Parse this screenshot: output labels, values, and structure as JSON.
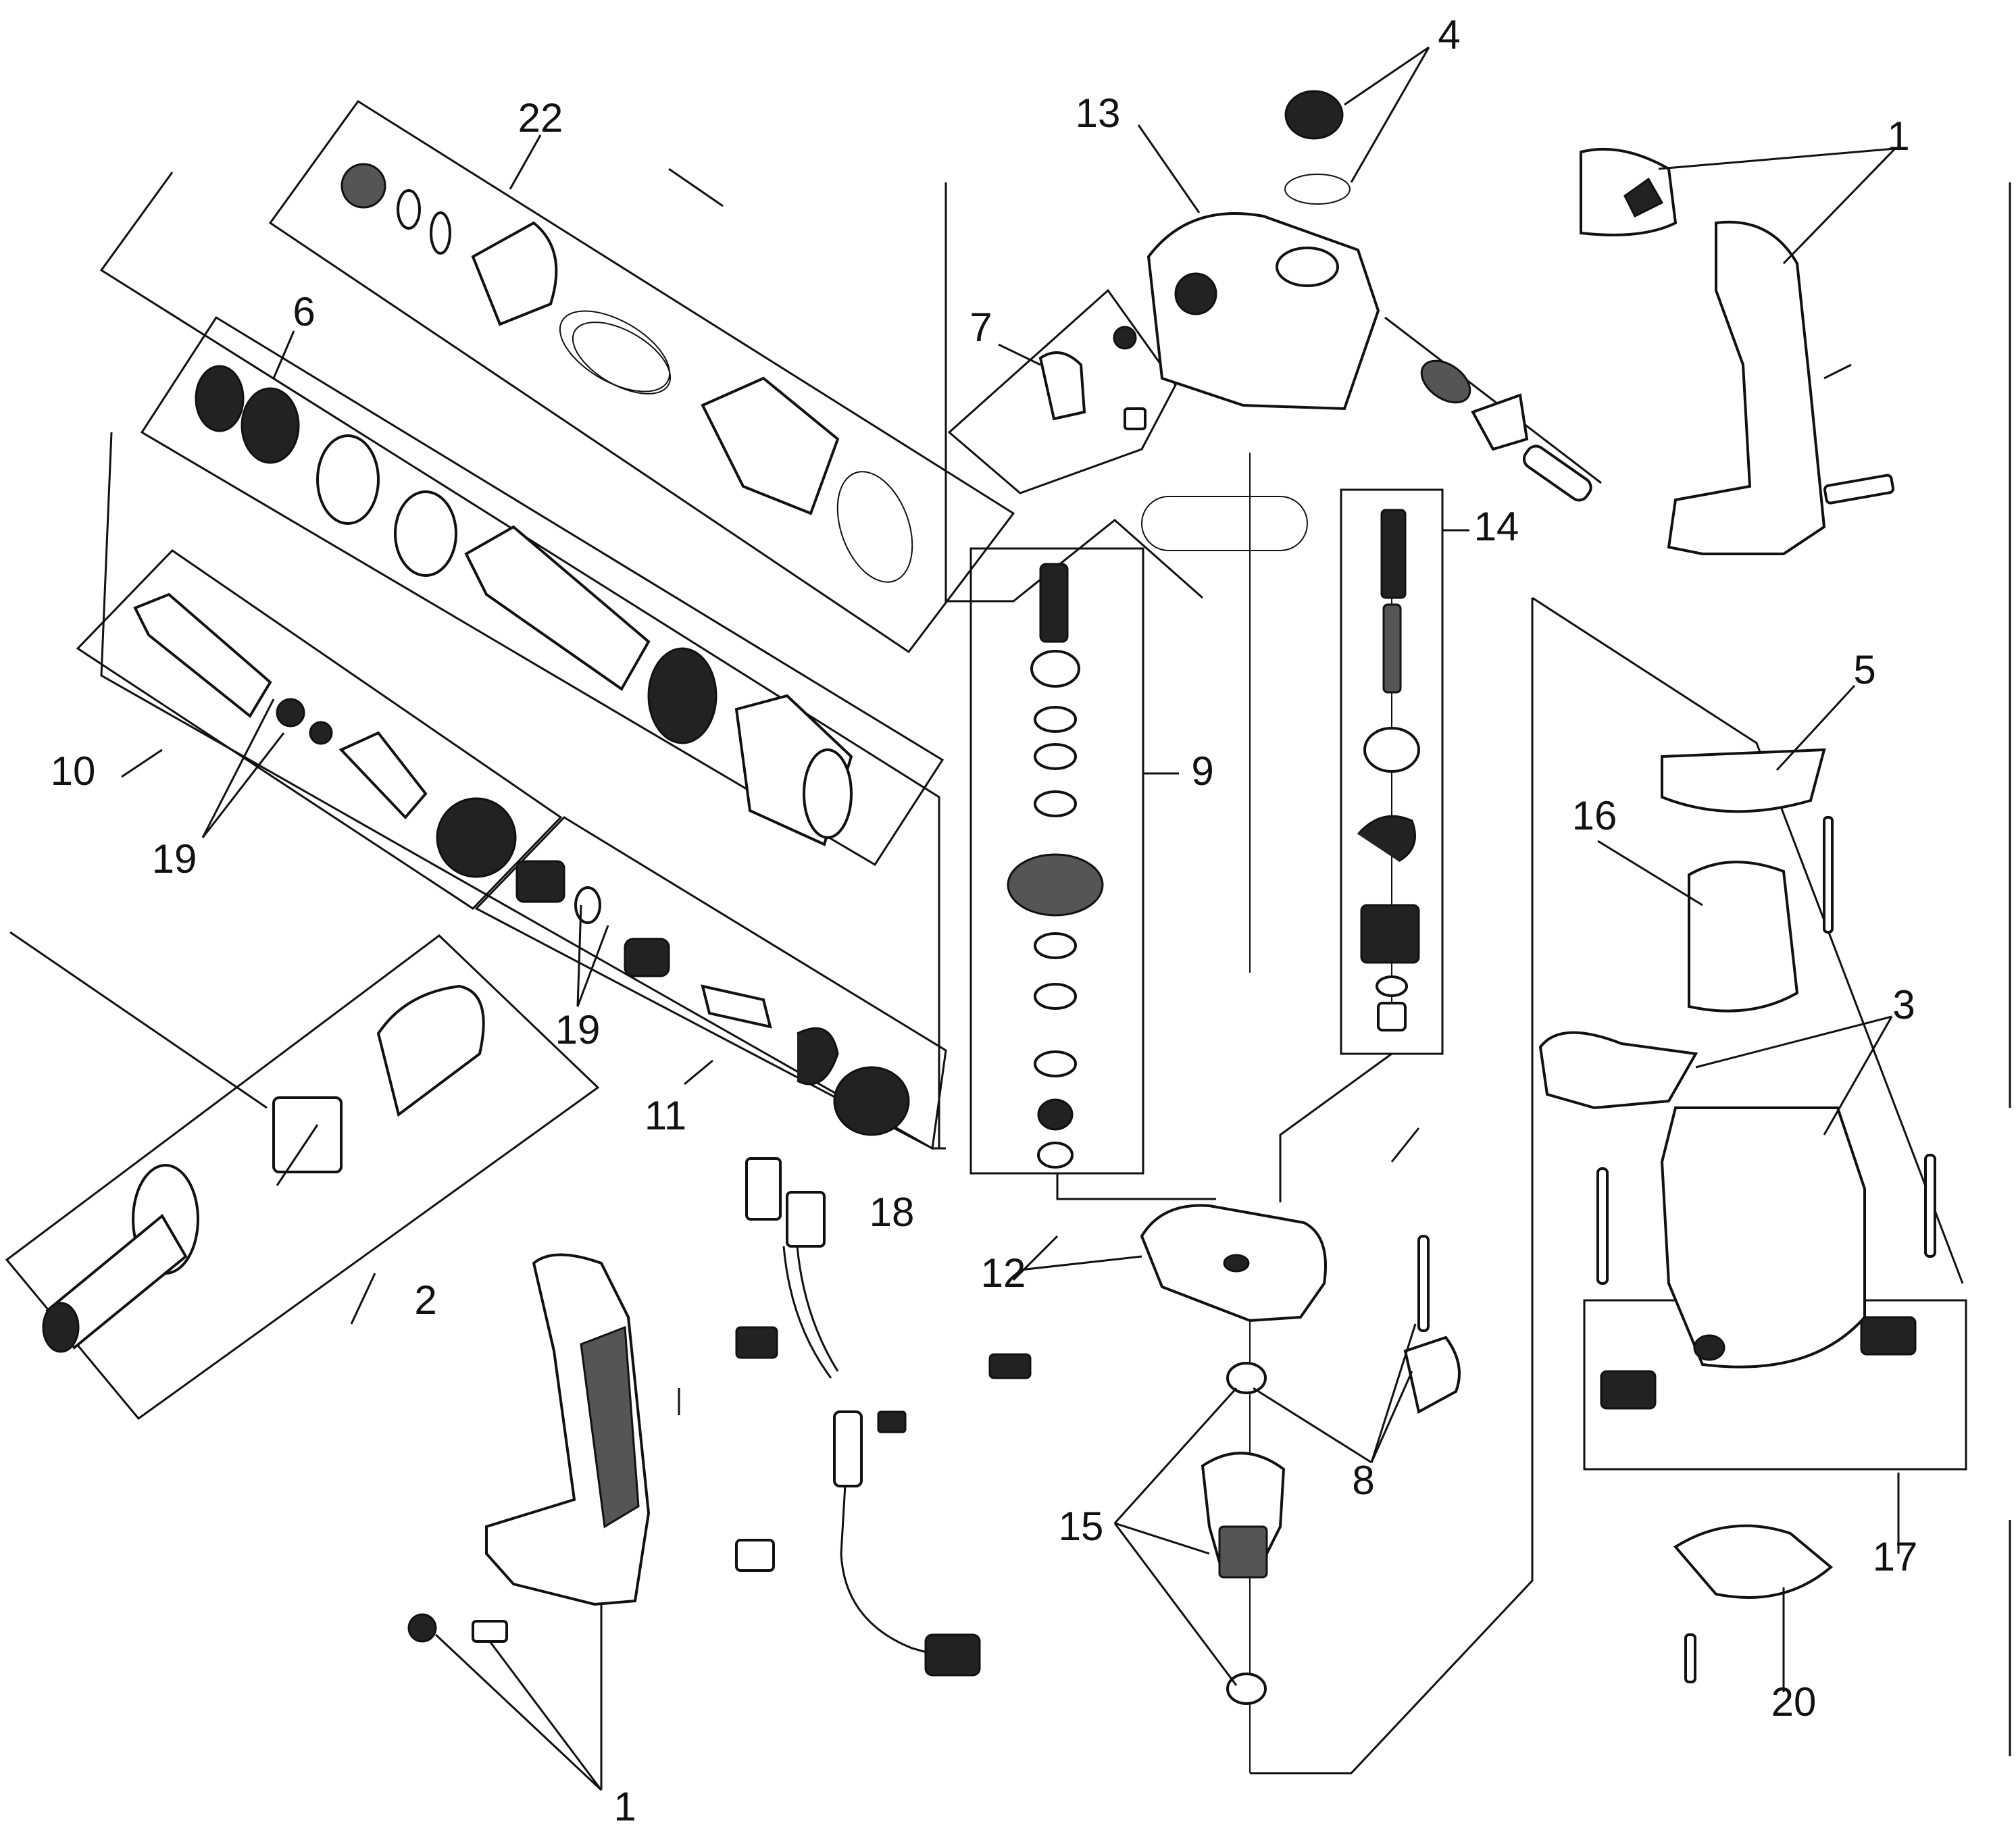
{
  "labels": [
    "1",
    "2",
    "3",
    "4",
    "5",
    "6",
    "7",
    "8",
    "9",
    "10",
    "11",
    "12",
    "13",
    "14",
    "15",
    "16",
    "17",
    "18",
    "19",
    "20",
    "22"
  ],
  "label_1_bottom": "1",
  "label_19_second": "19"
}
